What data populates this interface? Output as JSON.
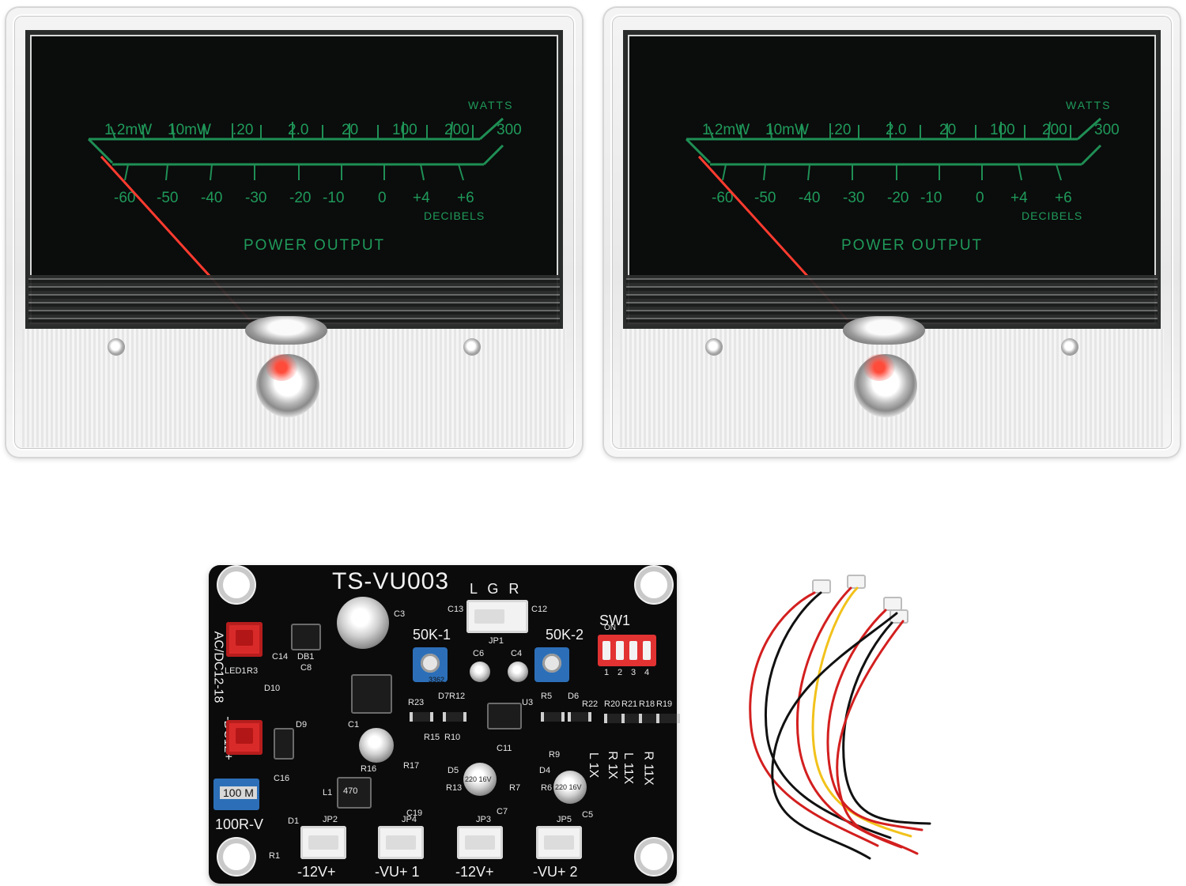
{
  "meters": [
    {
      "watts_label": "WATTS",
      "watts_scale": [
        "1.2mW",
        "10mW",
        ".20",
        "2.0",
        "20",
        "100",
        "200",
        "300"
      ],
      "db_scale": [
        "-60",
        "-50",
        "-40",
        "-30",
        "-20",
        "-10",
        "0",
        "+4",
        "+6"
      ],
      "db_label": "DECIBELS",
      "title": "POWER OUTPUT"
    },
    {
      "watts_label": "WATTS",
      "watts_scale": [
        "1.2mW",
        "10mW",
        ".20",
        "2.0",
        "20",
        "100",
        "200",
        "300"
      ],
      "db_scale": [
        "-60",
        "-50",
        "-40",
        "-30",
        "-20",
        "-10",
        "0",
        "+4",
        "+6"
      ],
      "db_label": "DECIBELS",
      "title": "POWER OUTPUT"
    }
  ],
  "board": {
    "model": "TS-VU003",
    "input_lgr": "L G R",
    "pot_left": "50K-1",
    "pot_right": "50K-2",
    "sw_label": "SW1",
    "dip_on": "ON",
    "dip_numbers": [
      "1",
      "2",
      "3",
      "4"
    ],
    "power_left": "AC/DC12-18",
    "power_right": "-DC12+",
    "trim_label": "100R-V",
    "trim_value": "100 M",
    "gain_legend": [
      "R 11X",
      "L 11X",
      "R 1X",
      "L 1X"
    ],
    "connectors": [
      "-12V+",
      "-VU+ 1",
      "-12V+",
      "-VU+ 2"
    ],
    "parts": [
      "C3",
      "C13",
      "C12",
      "JP1",
      "C6",
      "C4",
      "C14",
      "DB1",
      "C8",
      "LED1",
      "R3",
      "D10",
      "D7",
      "R12",
      "R23",
      "U3",
      "R5",
      "D6",
      "R22",
      "R20",
      "R21",
      "R18",
      "R19",
      "D9",
      "C1",
      "C11",
      "R15",
      "R10",
      "R9",
      "R16",
      "R17",
      "D5",
      "D4",
      "C16",
      "L1",
      "R13",
      "R7",
      "R6",
      "C7",
      "C5",
      "C19",
      "JP2",
      "JP4",
      "JP3",
      "JP5",
      "D1",
      "R1",
      "3362",
      "220 16V",
      "470"
    ]
  }
}
